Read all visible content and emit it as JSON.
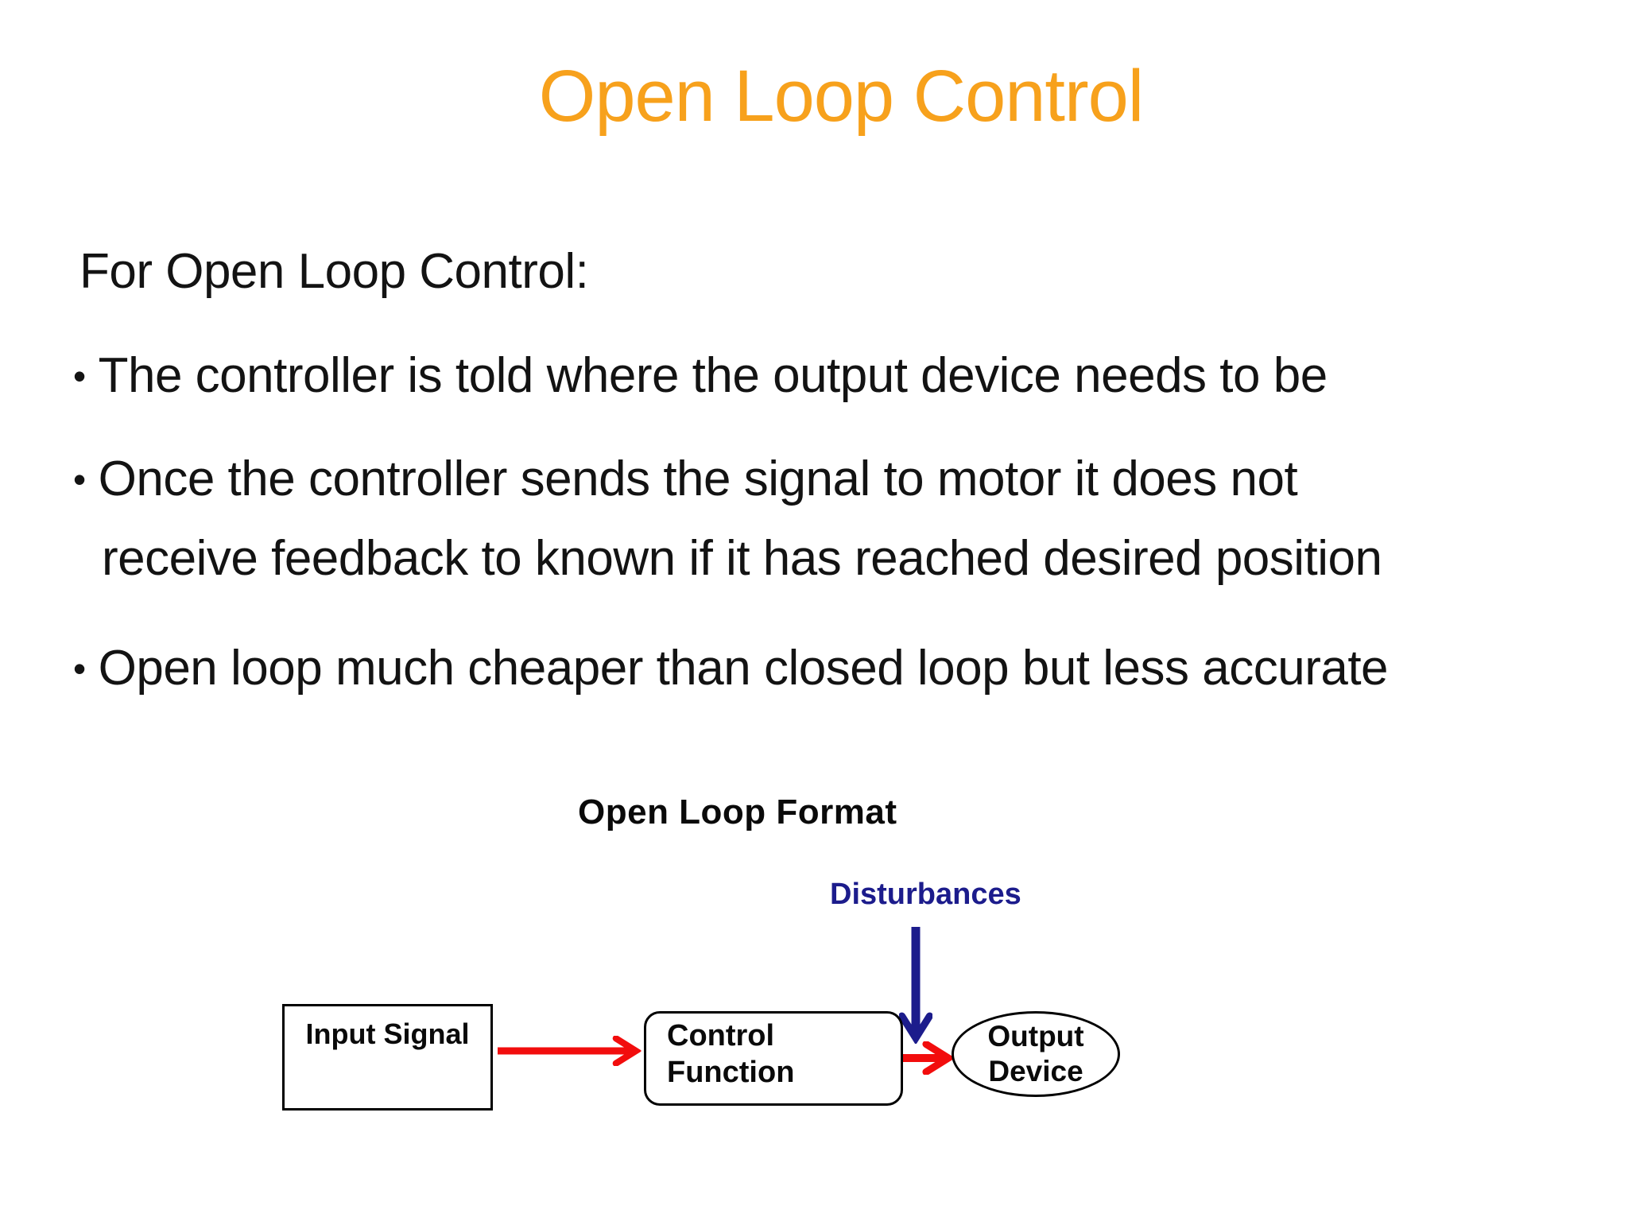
{
  "slide": {
    "title": "Open Loop Control",
    "intro": "For Open Loop Control:",
    "bullet_char": "•",
    "bullets": [
      {
        "line1": "The controller is told where the output device needs to be"
      },
      {
        "line1": "Once the controller sends the signal to motor it does not",
        "line2": "receive feedback to known if it has reached desired position"
      },
      {
        "line1": "Open loop much cheaper than closed loop but less accurate"
      }
    ]
  },
  "diagram": {
    "title": "Open Loop Format",
    "disturbances_label": "Disturbances",
    "input_box_label": "Input Signal",
    "control_box_line1": "Control",
    "control_box_line2": "Function",
    "output_device_line1": "Output",
    "output_device_line2": "Device"
  },
  "colors": {
    "title_orange": "#F7A11C",
    "arrow_red": "#F20D0D",
    "navy": "#1C1C8C",
    "text_black": "#131313"
  }
}
